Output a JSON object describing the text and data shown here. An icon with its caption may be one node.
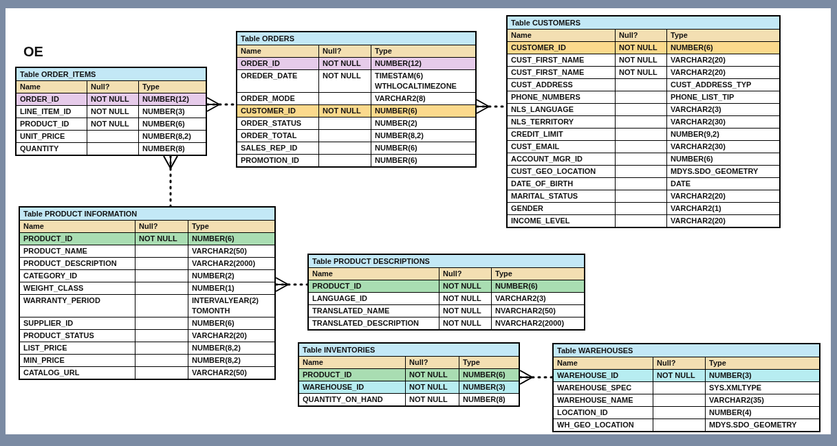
{
  "diagram": {
    "nodes": [
      {
        "text": [
          "Table ORDER_ITEMS"
        ]
      },
      {
        "text": [
          "Name",
          "Null?",
          "Type"
        ],
        "in": 0
      },
      {
        "text": [
          "ORDER_ID",
          "NOT NULL",
          "NUMBER(12)"
        ],
        "in": 0
      },
      {
        "text": [
          "LINE_ITEM_ID",
          "NOT NULL",
          "NUMBER(3)"
        ],
        "in": 0
      },
      {
        "text": [
          "PRODUCT_ID",
          "NOT NULL",
          "NUMBER(6)"
        ],
        "in": 0
      },
      {
        "text": [
          "UNIT_PRICE",
          "NUMBER(8,2)"
        ],
        "in": 0
      },
      {
        "text": [
          "QUANTITY",
          "NUMBER(8)"
        ],
        "in": 0
      },
      {
        "text": [
          "Table ORDERS"
        ]
      },
      {
        "text": [
          "Name",
          "Null?",
          "Type"
        ],
        "in": 7
      },
      {
        "text": [
          "ORDER_ID",
          "NOT NULL",
          "NUMBER(12)"
        ],
        "in": 7
      },
      {
        "text": [
          "OREDER_DATE",
          "NOT NULL",
          "TIMESTAM(6) WTHLOCALTIMEZONE"
        ],
        "in": 7
      },
      {
        "text": [
          "ORDER_MODE",
          "VARCHAR2(8)"
        ],
        "in": 7
      },
      {
        "text": [
          "CUSTOMER_ID",
          "NOT NULL",
          "NUMBER(6)"
        ],
        "in": 7
      },
      {
        "text": [
          "ORDER_STATUS",
          "NUMBER(2)"
        ],
        "in": 7
      },
      {
        "text": [
          "ORDER_TOTAL",
          "NUMBER(8,2)"
        ],
        "in": 7
      },
      {
        "text": [
          "SALES_REP_ID",
          "NUMBER(6)"
        ],
        "in": 7
      },
      {
        "text": [
          "PROMOTION_ID",
          "NUMBER(6)"
        ],
        "in": 7
      },
      {
        "text": [
          "Table CUSTOMERS"
        ]
      },
      {
        "text": [
          "Name",
          "Null?",
          "Type"
        ],
        "in": 17
      },
      {
        "text": [
          "CUSTOMER_ID",
          "NOT NULL",
          "NUMBER(6)"
        ],
        "in": 17
      },
      {
        "text": [
          "CUST_FIRST_NAME",
          "NOT NULL",
          "VARCHAR2(20)"
        ],
        "in": 17
      },
      {
        "text": [
          "CUST_FIRST_NAME",
          "NOT NULL",
          "VARCHAR2(20)"
        ],
        "in": 17
      },
      {
        "text": [
          "CUST_ADDRESS",
          "CUST_ADDRESS_TYP"
        ],
        "in": 17
      },
      {
        "text": [
          "PHONE_NUMBERS",
          "PHONE_LIST_TIP"
        ],
        "in": 17
      },
      {
        "text": [
          "NLS_LANGUAGE",
          "VARCHAR2(3)"
        ],
        "in": 17
      },
      {
        "text": [
          "NLS_TERRITORY",
          "VARCHAR2(30)"
        ],
        "in": 17
      },
      {
        "text": [
          "CREDIT_LIMIT",
          "NUMBER(9,2)"
        ],
        "in": 17
      },
      {
        "text": [
          "CUST_EMAIL",
          "VARCHAR2(30)"
        ],
        "in": 17
      },
      {
        "text": [
          "ACCOUNT_MGR_ID",
          "NUMBER(6)"
        ],
        "in": 17
      },
      {
        "text": [
          "CUST_GEO_LOCATION",
          "MDYS.SDO_GEOMETRY"
        ],
        "in": 17
      },
      {
        "text": [
          "DATE_OF_BIRTH",
          "DATE"
        ],
        "in": 17
      },
      {
        "text": [
          "MARITAL_STATUS",
          "VARCHAR2(20)"
        ],
        "in": 17
      },
      {
        "text": [
          "GENDER",
          "VARCHAR2(1)"
        ],
        "in": 17
      },
      {
        "text": [
          "INCOME_LEVEL",
          "VARCHAR2(20)"
        ],
        "in": 17
      },
      {
        "text": [
          "Table PRODUCT INFORMATION"
        ]
      },
      {
        "text": [
          "Name",
          "Null?",
          "Type"
        ],
        "in": 34
      },
      {
        "text": [
          "PRODUCT_ID",
          "NOT NULL",
          "NUMBER(6)"
        ],
        "in": 34
      },
      {
        "text": [
          "PRODUCT_NAME",
          "VARCHAR2(50)"
        ],
        "in": 34
      },
      {
        "text": [
          "PRODUCT_DESCRIPTION",
          "VARCHAR2(2000)"
        ],
        "in": 34
      },
      {
        "text": [
          "CATEGORY_ID",
          "NUMBER(2)"
        ],
        "in": 34
      },
      {
        "text": [
          "WEIGHT_CLASS",
          "NUMBER(1)"
        ],
        "in": 34
      },
      {
        "text": [
          "WARRANTY_PERIOD",
          "INTERVALYEAR(2) TOMONTH"
        ],
        "in": 34
      },
      {
        "text": [
          "SUPPLIER_ID",
          "NUMBER(6)"
        ],
        "in": 34
      },
      {
        "text": [
          "PRODUCT_STATUS",
          "VARCHAR2(20)"
        ],
        "in": 34
      },
      {
        "text": [
          "LIST_PRICE",
          "NUMBER(8,2)"
        ],
        "in": 34
      },
      {
        "text": [
          "MIN_PRICE",
          "NUMBER(8,2)"
        ],
        "in": 34
      },
      {
        "text": [
          "CATALOG_URL",
          "VARCHAR2(50)"
        ],
        "in": 34
      },
      {
        "text": [
          "Table PRODUCT DESCRIPTIONS"
        ]
      },
      {
        "text": [
          "Name",
          "Null?",
          "Type"
        ],
        "in": 47
      },
      {
        "text": [
          "PRODUCT_ID",
          "NOT NULL",
          "NUMBER(6)"
        ],
        "in": 47
      },
      {
        "text": [
          "LANGUAGE_ID",
          "NOT NULL",
          "VARCHAR2(3)"
        ],
        "in": 47
      },
      {
        "text": [
          "TRANSLATED_NAME",
          "NOT NULL",
          "NVARCHAR2(50)"
        ],
        "in": 47
      },
      {
        "text": [
          "TRANSLATED_DESCRIPTION",
          "NOT NULL",
          "NVARCHAR2(2000)"
        ],
        "in": 47
      },
      {
        "text": [
          "Table INVENTORIES"
        ]
      },
      {
        "text": [
          "Name",
          "Null?",
          "Type"
        ],
        "in": 53
      },
      {
        "text": [
          "PRODUCT_ID",
          "NOT NULL",
          "NUMBER(6)"
        ],
        "in": 53
      },
      {
        "text": [
          "WAREHOUSE_ID",
          "NOT NULL",
          "NUMBER(3)"
        ],
        "in": 53
      },
      {
        "text": [
          "QUANTITY_ON_HAND",
          "NOT NULL",
          "NUMBER(8)"
        ],
        "in": 53
      },
      {
        "text": [
          "Table WAREHOUSES"
        ]
      },
      {
        "text": [
          "Name",
          "Null?",
          "Type"
        ],
        "in": 58
      },
      {
        "text": [
          "WAREHOUSE_ID",
          "NOT NULL",
          "NUMBER(3)"
        ],
        "in": 58
      },
      {
        "text": [
          "WAREHOUSE_SPEC",
          "SYS.XMLTYPE"
        ],
        "in": 58
      },
      {
        "text": [
          "WAREHOUSE_NAME",
          "VARCHAR2(35)"
        ],
        "in": 58
      },
      {
        "text": [
          "LOCATION_ID",
          "NUMBER(4)"
        ],
        "in": 58
      },
      {
        "text": [
          "WH_GEO_LOCATION",
          "MDYS.SDO_GEOMETRY"
        ],
        "in": 58
      }
    ],
    "edges": [
      {
        "from": 0,
        "to": 7,
        "arrow": "other",
        "style": "dashed"
      },
      {
        "from": 7,
        "to": 17,
        "arrow": "other",
        "style": "dashed"
      },
      {
        "from": 0,
        "to": 34,
        "arrow": "other",
        "style": "dashed"
      },
      {
        "from": 34,
        "to": 47,
        "arrow": "other",
        "style": "dashed"
      },
      {
        "from": 53,
        "to": 58,
        "arrow": "other",
        "style": "dashed"
      }
    ],
    "labels": [
      "OE"
    ]
  }
}
